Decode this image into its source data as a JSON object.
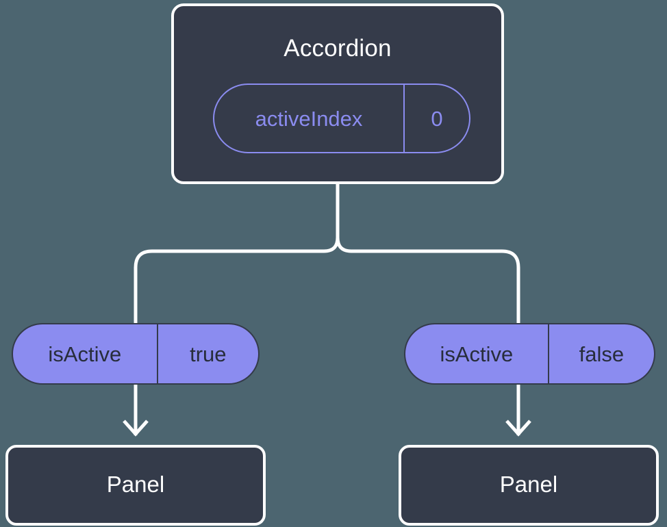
{
  "diagram": {
    "type": "component-state-tree",
    "background_color": "#4c6570",
    "parent": {
      "title": "Accordion",
      "card_bg": "#353b4a",
      "card_border": "#ffffff",
      "state_pill": {
        "key": "activeIndex",
        "value": "0",
        "style": "outlined",
        "accent_color": "#8b8cf0"
      }
    },
    "children": [
      {
        "prop_pill": {
          "key": "isActive",
          "value": "true",
          "style": "filled",
          "fill_color": "#8b8cf0",
          "text_color": "#272d3b"
        },
        "node": {
          "title": "Panel",
          "card_bg": "#343b4a",
          "card_border": "#ffffff"
        }
      },
      {
        "prop_pill": {
          "key": "isActive",
          "value": "false",
          "style": "filled",
          "fill_color": "#8b8cf0",
          "text_color": "#272d3b"
        },
        "node": {
          "title": "Panel",
          "card_bg": "#343b4a",
          "card_border": "#ffffff"
        }
      }
    ],
    "connectors": {
      "stroke_color": "#ffffff",
      "stroke_width": 5,
      "arrowhead": "open-chevron-down"
    }
  }
}
